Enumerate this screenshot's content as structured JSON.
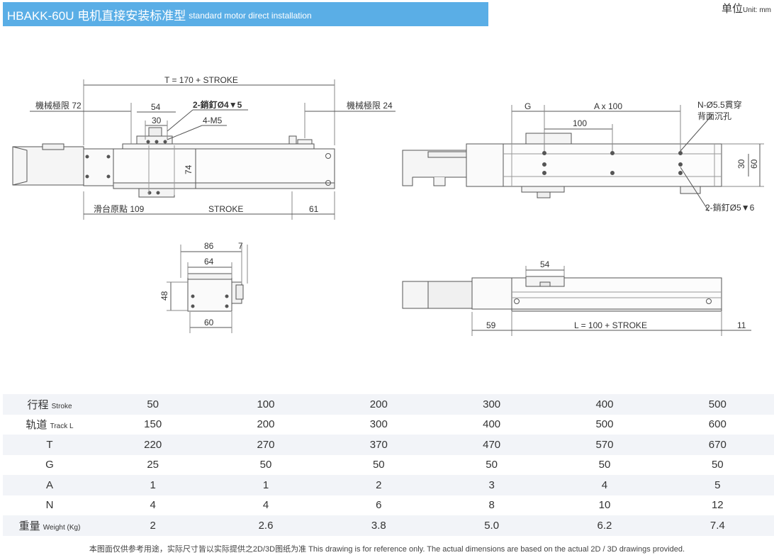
{
  "header": {
    "title": "HBAKK-60U 电机直接安装标准型",
    "subtitle": "standard motor direct installation"
  },
  "unit": {
    "cn": "单位",
    "en": "Unit: mm"
  },
  "dims": {
    "T": "T = 170 + STROKE",
    "mech_limit_left": "機械極限 72",
    "mech_limit_right": "機械極限 24",
    "d54": "54",
    "d30": "30",
    "pin1": "2-銷釘Ø4",
    "pin1_depth": "5",
    "m5": "4-M5",
    "d74": "74",
    "slider_origin": "滑台原點 109",
    "stroke": "STROKE",
    "d61": "61",
    "G": "G",
    "A": "A x 100",
    "d100": "100",
    "hole_a": "N-Ø5.5貫穿",
    "hole_b": "背面沉孔",
    "h30": "30",
    "h60": "60",
    "pin2": "2-銷釘Ø5",
    "pin2_depth": "6",
    "e86": "86",
    "e7": "7",
    "e64": "64",
    "e48": "48",
    "e60": "60",
    "s54": "54",
    "s59": "59",
    "L": "L = 100 + STROKE",
    "s11": "11"
  },
  "table": {
    "rows": [
      {
        "label": "行程",
        "sub": "Stroke",
        "values": [
          "50",
          "100",
          "200",
          "300",
          "400",
          "500"
        ]
      },
      {
        "label": "轨道",
        "sub": "Track L",
        "values": [
          "150",
          "200",
          "300",
          "400",
          "500",
          "600"
        ]
      },
      {
        "label": "T",
        "sub": "",
        "values": [
          "220",
          "270",
          "370",
          "470",
          "570",
          "670"
        ]
      },
      {
        "label": "G",
        "sub": "",
        "values": [
          "25",
          "50",
          "50",
          "50",
          "50",
          "50"
        ]
      },
      {
        "label": "A",
        "sub": "",
        "values": [
          "1",
          "1",
          "2",
          "3",
          "4",
          "5"
        ]
      },
      {
        "label": "N",
        "sub": "",
        "values": [
          "4",
          "4",
          "6",
          "8",
          "10",
          "12"
        ]
      },
      {
        "label": "重量",
        "sub": "Weight (Kg)",
        "values": [
          "2",
          "2.6",
          "3.8",
          "5.0",
          "6.2",
          "7.4"
        ]
      }
    ]
  },
  "footer": "本图面仅供参考用途，实际尺寸皆以实际提供之2D/3D图纸为准 This drawing is for reference only. The actual dimensions are based on the actual 2D / 3D drawings provided."
}
